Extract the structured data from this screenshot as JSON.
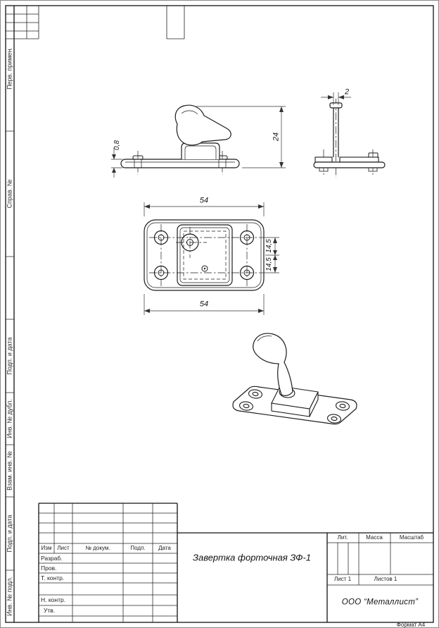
{
  "side_column": {
    "labels": [
      "Перв. примен.",
      "Справ. №",
      "Подп. и дата",
      "Инв. № дубл.",
      "Взам. инв. №",
      "Подп. и дата",
      "Инв. № подл."
    ]
  },
  "drawing": {
    "dims": {
      "height_24": "24",
      "plate_thickness": "0,8",
      "side_thickness": "2",
      "width_top": "54",
      "width_bottom": "54",
      "hole_offset_upper": "14,5",
      "hole_offset_lower": "14,5"
    }
  },
  "title_block": {
    "cols": [
      "Изм",
      "Лист",
      "№ докум.",
      "Подп.",
      "Дата"
    ],
    "rows": [
      "Разраб.",
      "Пров.",
      "Т. контр.",
      "Н. контр.",
      "Утв."
    ],
    "title": "Завертка форточная ЗФ-1",
    "lit": "Лит.",
    "mass": "Масса",
    "scale": "Масштаб",
    "sheet": "Лист 1",
    "sheets": "Листов 1",
    "company": "ООО “Металлист”"
  },
  "footer": {
    "format": "Формат А4"
  }
}
